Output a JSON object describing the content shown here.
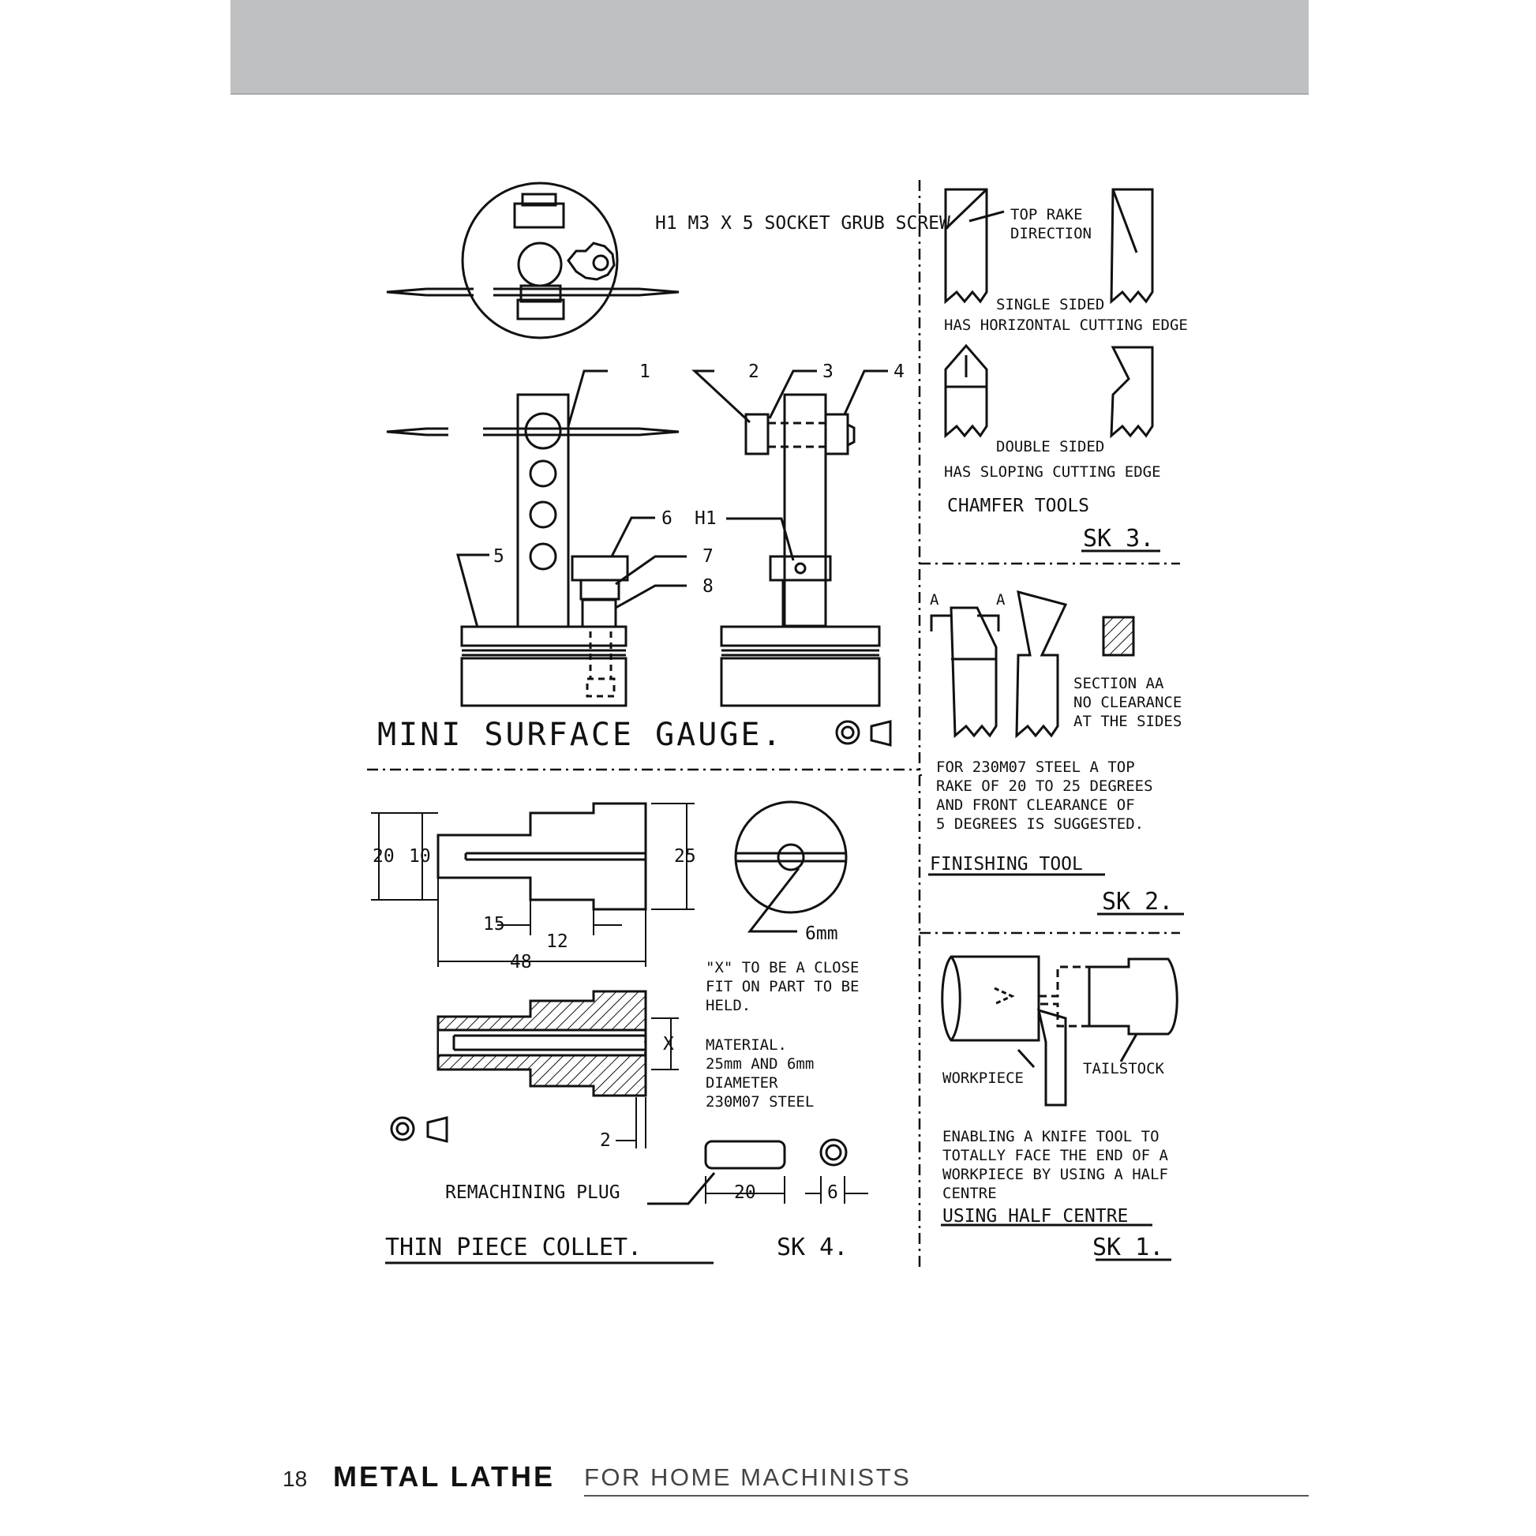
{
  "book": {
    "page_number": "18",
    "title_bold": "METAL LATHE",
    "title_light": "FOR HOME MACHINISTS"
  },
  "gauge": {
    "note": "H1  M3 X 5 SOCKET GRUB SCREW",
    "callouts": [
      "1",
      "2",
      "3",
      "4",
      "5",
      "6",
      "7",
      "8",
      "H1"
    ],
    "title": "MINI SURFACE GAUGE."
  },
  "chamfer": {
    "top_rake": [
      "TOP RAKE",
      "DIRECTION"
    ],
    "single": [
      "SINGLE SIDED",
      "HAS HORIZONTAL CUTTING EDGE"
    ],
    "double": [
      "DOUBLE SIDED",
      "HAS SLOPING CUTTING EDGE"
    ],
    "title": "CHAMFER TOOLS",
    "sk": "SK 3."
  },
  "finishing": {
    "section_labels": [
      "A",
      "A"
    ],
    "section_note": [
      "SECTION AA",
      "NO CLEARANCE",
      "AT   THE SIDES"
    ],
    "note": [
      "FOR 230M07 STEEL A TOP",
      "RAKE OF 20 TO 25 DEGREES",
      "AND FRONT CLEARANCE OF",
      "5 DEGREES IS SUGGESTED."
    ],
    "title": "FINISHING TOOL",
    "sk": "SK 2."
  },
  "collet": {
    "dims": [
      "20",
      "10",
      "25",
      "15",
      "12",
      "48",
      "6mm",
      "X",
      "2",
      "20",
      "6"
    ],
    "fit_note": [
      "\"X\" TO BE A CLOSE",
      "FIT ON PART TO BE",
      "HELD."
    ],
    "material": [
      "MATERIAL.",
      "25mm AND 6mm",
      "DIAMETER",
      "230M07 STEEL"
    ],
    "plug_label": "REMACHINING PLUG",
    "title": "THIN PIECE COLLET.",
    "sk": "SK 4."
  },
  "half_centre": {
    "workpiece": "WORKPIECE",
    "tailstock": "TAILSTOCK",
    "note": [
      "ENABLING A KNIFE TOOL TO",
      "TOTALLY FACE THE END OF A",
      "WORKPIECE BY USING A HALF",
      "CENTRE"
    ],
    "title": "USING HALF CENTRE",
    "sk": "SK 1."
  }
}
